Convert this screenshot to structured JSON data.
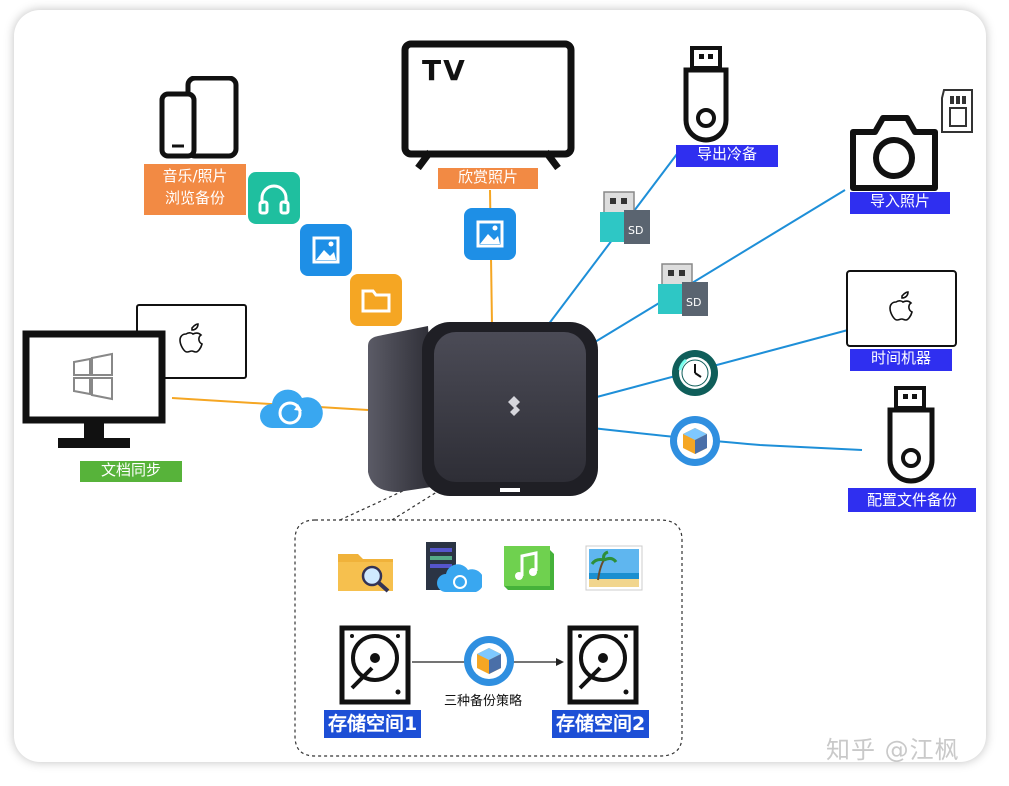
{
  "labels": {
    "music_photo_line1": "音乐/照片",
    "music_photo_line2": "浏览备份",
    "tv_photos": "欣赏照片",
    "tv_text": "TV",
    "export_cold_backup": "导出冷备",
    "import_photos": "导入照片",
    "time_machine": "时间机器",
    "config_backup": "配置文件备份",
    "doc_sync": "文档同步",
    "storage_space_1": "存储空间1",
    "storage_space_2": "存储空间2",
    "three_backup_strategies": "三种备份策略",
    "sd_label_1": "SD",
    "sd_label_2": "SD"
  },
  "watermark": "知乎 @江枫",
  "colors": {
    "line_orange": "#f5a623",
    "line_blue": "#1e8fd8",
    "label_blue": "#2f2ff0",
    "label_orange": "#f28a44",
    "label_green": "#57b33a",
    "storage_label": "#1d4fd6"
  },
  "icons": [
    "phone-tablet-icon",
    "headphones-icon",
    "image-icon",
    "folder-icon",
    "tv-icon",
    "usb-drive-icon",
    "sd-reader-icon",
    "camera-icon",
    "sd-card-icon",
    "mac-icon",
    "time-machine-icon",
    "backup-cube-icon",
    "windows-monitor-icon",
    "cloud-sync-icon",
    "nas-device-icon",
    "folder-search-icon",
    "server-cloud-icon",
    "music-icon",
    "beach-photo-icon",
    "hard-disk-icon"
  ]
}
